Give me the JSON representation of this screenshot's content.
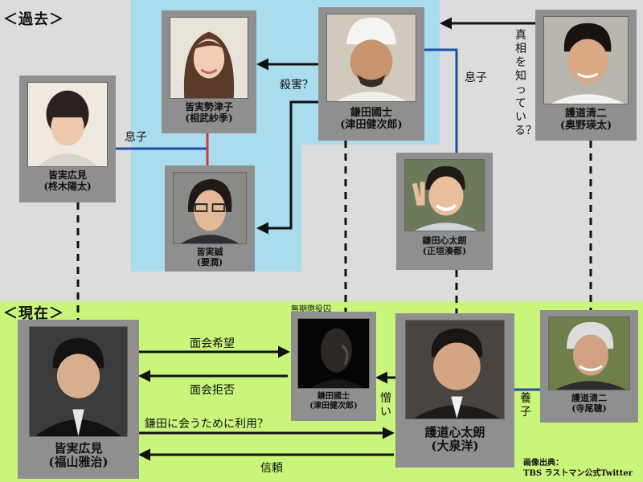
{
  "sections": {
    "past": "＜過去＞",
    "present": "＜現在＞"
  },
  "characters": {
    "hiromi_young": {
      "name": "皆実広見",
      "actor": "(柊木陽太)"
    },
    "seiko": {
      "name": "皆実勢津子",
      "actor": "(相武紗季)"
    },
    "makoto": {
      "name": "皆実誠",
      "actor": "(要潤)"
    },
    "kokushi_past": {
      "name": "鎌田國士",
      "actor": "(津田健次郎)"
    },
    "shintaro_young": {
      "name": "鎌田心太朗",
      "actor": "(正垣湊都)"
    },
    "seiji_past": {
      "name": "護道清二",
      "actor": "(奥野瑛太)"
    },
    "hiromi_now": {
      "name": "皆実広見",
      "actor": "(福山雅治)"
    },
    "kokushi_now": {
      "name": "鎌田國士",
      "actor": "(津田健次郎)",
      "tag": "無期懲役囚"
    },
    "shintaro_now": {
      "name": "護道心太朗",
      "actor": "(大泉洋)"
    },
    "seiji_now": {
      "name": "護道清二",
      "actor": "(寺尾聰)"
    }
  },
  "relations": {
    "son_left": "息子",
    "murder": "殺害？",
    "son_right": "息子",
    "knows_truth": "真相を知っている？",
    "visit_request": "面会希望",
    "visit_refused": "面会拒否",
    "use_to_meet": "鎌田に会うために利用？",
    "trust": "信頼",
    "hate": "憎い",
    "adopted": "養子"
  },
  "credit": {
    "line1": "画像出典：",
    "line2": "TBS ラストマン公式Twitter"
  },
  "colors": {
    "past_bg": "#dcdcdc",
    "past_blue": "#a9dcec",
    "present_bg": "#c9f57a",
    "card": "#8f8f8f",
    "blue_line": "#1f4fa8",
    "red_line": "#d8323b"
  }
}
